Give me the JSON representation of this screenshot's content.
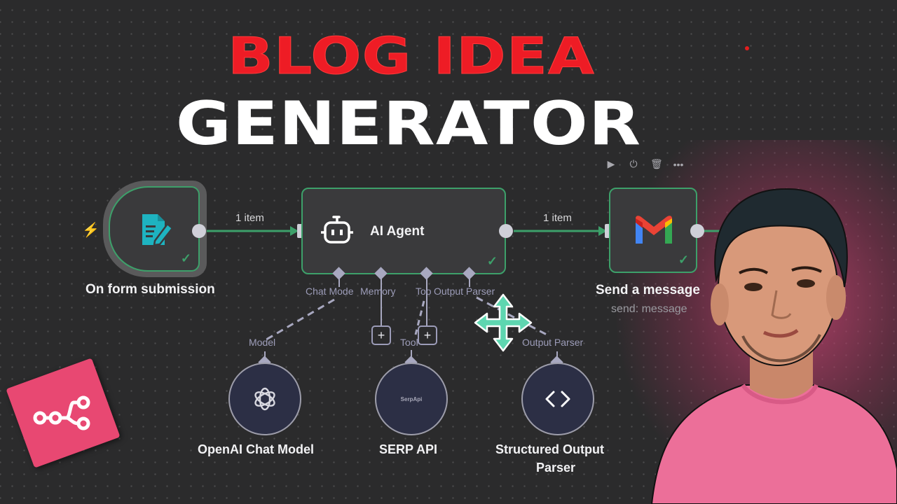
{
  "thumbnail": {
    "title_line1": "BLOG IDEA",
    "title_line2": "GENERATOR",
    "colors": {
      "title_red": "#ee1c25",
      "title_white": "#ffffff",
      "background": "#2b2b2c",
      "success_green": "#3da06a",
      "n8n_pink": "#e84872"
    }
  },
  "workflow": {
    "nodes": [
      {
        "id": "trigger",
        "label": "On form submission",
        "icon": "form-edit-icon",
        "status": "success"
      },
      {
        "id": "agent",
        "label": "AI Agent",
        "icon": "robot-icon",
        "status": "success"
      },
      {
        "id": "gmail",
        "label": "Send a message",
        "subtitle": "send: message",
        "icon": "gmail-icon",
        "status": "success"
      }
    ],
    "edges": [
      {
        "from": "trigger",
        "to": "agent",
        "label": "1 item"
      },
      {
        "from": "agent",
        "to": "gmail",
        "label": "1 item"
      }
    ],
    "agent_ports": [
      "Chat Mode",
      "Memory",
      "Too",
      "Output Parser"
    ],
    "sub_nodes": [
      {
        "id": "openai",
        "label": "OpenAI Chat Model",
        "port_label": "Model",
        "icon": "openai-icon"
      },
      {
        "id": "serp",
        "label": "SERP API",
        "port_label": "Tool",
        "icon_text": "SerpApi"
      },
      {
        "id": "parser",
        "label_line1": "Structured Output",
        "label_line2": "Parser",
        "port_label": "Output Parser",
        "icon": "code-brackets-icon"
      }
    ],
    "node_toolbar": [
      "play-icon",
      "power-icon",
      "trash-icon",
      "more-icon"
    ],
    "plus_symbol": "+",
    "checkmark": "✓",
    "bolt": "⚡"
  }
}
